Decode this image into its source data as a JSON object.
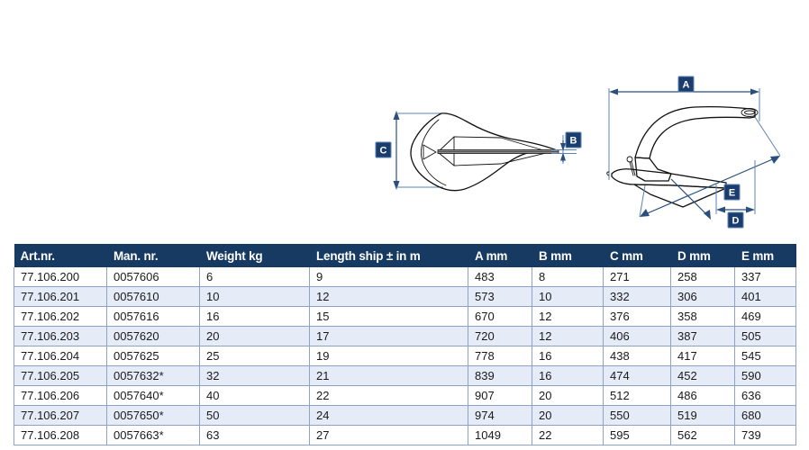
{
  "drawings": {
    "top_view": {
      "name": "anchor-top-view",
      "dimension_labels": [
        {
          "letter": "C",
          "meaning": "fluke-width"
        },
        {
          "letter": "B",
          "meaning": "shank-thickness"
        }
      ]
    },
    "side_view": {
      "name": "anchor-side-view",
      "dimension_labels": [
        {
          "letter": "A",
          "meaning": "overall-length"
        },
        {
          "letter": "D",
          "meaning": "fluke-depth"
        },
        {
          "letter": "E",
          "meaning": "diagonal-span"
        }
      ]
    }
  },
  "table": {
    "columns": [
      "Art.nr.",
      "Man. nr.",
      "Weight kg",
      "Length ship ± in m",
      "A mm",
      "B mm",
      "C mm",
      "D mm",
      "E mm"
    ],
    "rows": [
      [
        "77.106.200",
        "0057606",
        "6",
        "9",
        "483",
        "8",
        "271",
        "258",
        "337"
      ],
      [
        "77.106.201",
        "0057610",
        "10",
        "12",
        "573",
        "10",
        "332",
        "306",
        "401"
      ],
      [
        "77.106.202",
        "0057616",
        "16",
        "15",
        "670",
        "12",
        "376",
        "358",
        "469"
      ],
      [
        "77.106.203",
        "0057620",
        "20",
        "17",
        "720",
        "12",
        "406",
        "387",
        "505"
      ],
      [
        "77.106.204",
        "0057625",
        "25",
        "19",
        "778",
        "16",
        "438",
        "417",
        "545"
      ],
      [
        "77.106.205",
        "0057632*",
        "32",
        "21",
        "839",
        "16",
        "474",
        "452",
        "590"
      ],
      [
        "77.106.206",
        "0057640*",
        "40",
        "22",
        "907",
        "20",
        "512",
        "486",
        "636"
      ],
      [
        "77.106.207",
        "0057650*",
        "50",
        "24",
        "974",
        "20",
        "550",
        "519",
        "680"
      ],
      [
        "77.106.208",
        "0057663*",
        "63",
        "27",
        "1049",
        "22",
        "595",
        "562",
        "739"
      ]
    ]
  },
  "colors": {
    "header_bg": "#173a63",
    "header_text": "#ffffff",
    "row_alt_bg": "#e6ecf7",
    "row_bg": "#ffffff",
    "cell_border": "#8ca3c4",
    "dimension_blue": "#1b3d6d",
    "dimension_line": "#2a4f7c"
  }
}
